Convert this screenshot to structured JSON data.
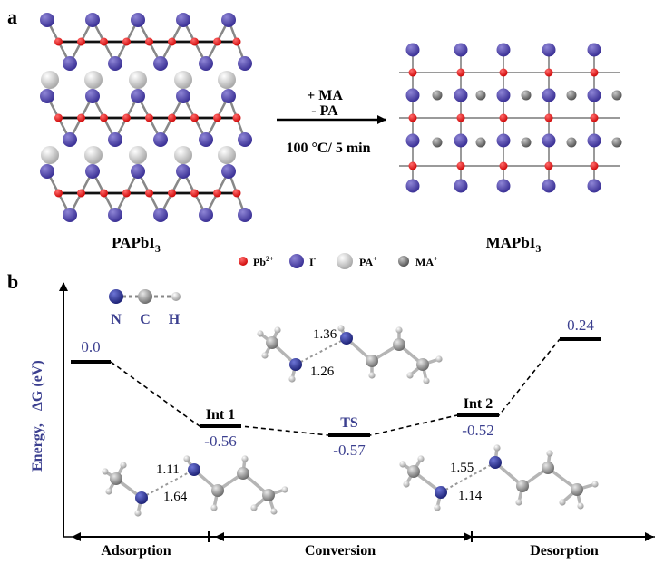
{
  "panels": {
    "a": "a",
    "b": "b"
  },
  "panel_a": {
    "left_label_base": "PAPbI",
    "left_label_sub": "3",
    "right_label_base": "MAPbI",
    "right_label_sub": "3",
    "arrow_line1": "+ MA",
    "arrow_line2": "- PA",
    "arrow_line3": "100 °C/ 5 min",
    "legend": [
      {
        "text": "Pb",
        "sup": "2+",
        "color": "#ee2222"
      },
      {
        "text": "I",
        "sup": "-",
        "color": "#5b4fa8"
      },
      {
        "text": "PA",
        "sup": "+",
        "color": "#cfcfcf"
      },
      {
        "text": "MA",
        "sup": "+",
        "color": "#777777"
      }
    ]
  },
  "panel_b": {
    "ylabel_energy": "Energy,",
    "ylabel_dg": "ΔG (eV)",
    "atom_key": [
      {
        "symbol": "N",
        "color": "#2a2f8f"
      },
      {
        "symbol": "C",
        "color": "#9a9a9a"
      },
      {
        "symbol": "H",
        "color": "#d8d8d8"
      }
    ],
    "states": [
      {
        "label": "",
        "value": "0.0"
      },
      {
        "label": "Int 1",
        "value": "-0.56"
      },
      {
        "label": "TS",
        "value": "-0.57"
      },
      {
        "label": "Int 2",
        "value": "-0.52"
      },
      {
        "label": "",
        "value": "0.24"
      }
    ],
    "bond_lengths": {
      "int1_a": "1.11",
      "int1_b": "1.64",
      "ts_a": "1.36",
      "ts_b": "1.26",
      "int2_a": "1.55",
      "int2_b": "1.14"
    },
    "stages": [
      "Adsorption",
      "Conversion",
      "Desorption"
    ],
    "colors": {
      "label_blue": "#3b3f8f",
      "axis": "#000000"
    }
  }
}
